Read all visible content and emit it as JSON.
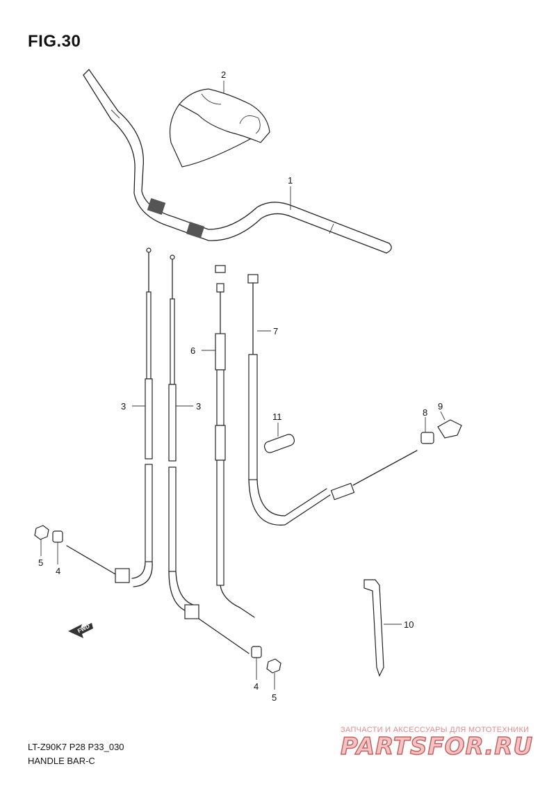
{
  "title": "FIG.30",
  "footer": {
    "model_code": "LT-Z90K7 P28 P33_030",
    "figure_name": "HANDLE BAR-C"
  },
  "watermark": {
    "subtitle": "ЗАПЧАСТИ И АКСЕССУАРЫ ДЛЯ МОТОТЕХНИКИ",
    "logo": "PARTSFOR.RU"
  },
  "direction_badge": "FWD",
  "callouts": {
    "c1": "1",
    "c2": "2",
    "c3a": "3",
    "c3b": "3",
    "c4a": "4",
    "c4b": "4",
    "c5a": "5",
    "c5b": "5",
    "c6": "6",
    "c7": "7",
    "c8": "8",
    "c9": "9",
    "c10": "10",
    "c11": "11"
  }
}
